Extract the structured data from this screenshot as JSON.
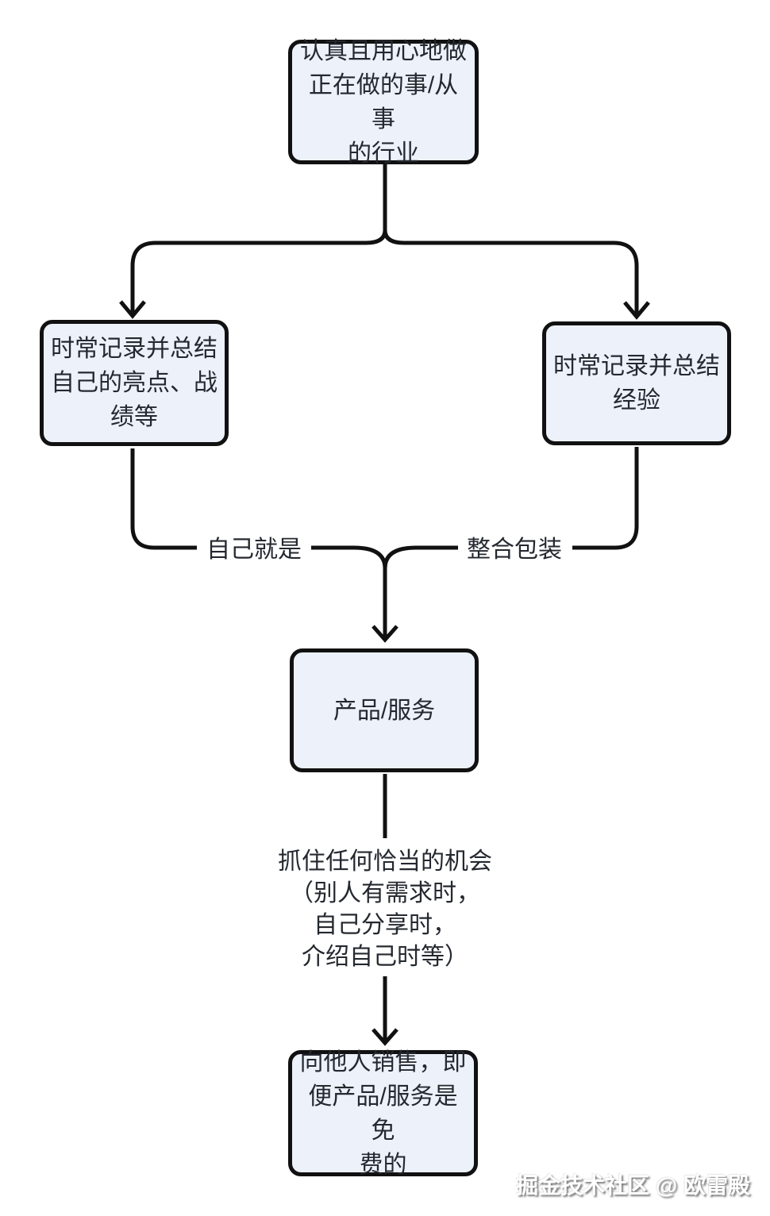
{
  "diagram": {
    "nodes": {
      "top": {
        "text": "认真且用心地做\n正在做的事/从事\n的行业"
      },
      "left": {
        "text": "时常记录并总结\n自己的亮点、战\n绩等"
      },
      "right": {
        "text": "时常记录并总结\n经验"
      },
      "product": {
        "text": "产品/服务"
      },
      "sell": {
        "text": "向他人销售，即\n便产品/服务是免\n费的"
      }
    },
    "edge_labels": {
      "self_is": "自己就是",
      "package": "整合包装",
      "opportunity": "抓住任何恰当的机会\n（别人有需求时，\n自己分享时，\n介绍自己时等）"
    },
    "watermark": "掘金技术社区 @ 欧雷殿",
    "colors": {
      "node_fill": "#edf1fa",
      "node_border": "#111111",
      "line": "#111111",
      "text": "#24282f",
      "background": "#ffffff"
    }
  }
}
